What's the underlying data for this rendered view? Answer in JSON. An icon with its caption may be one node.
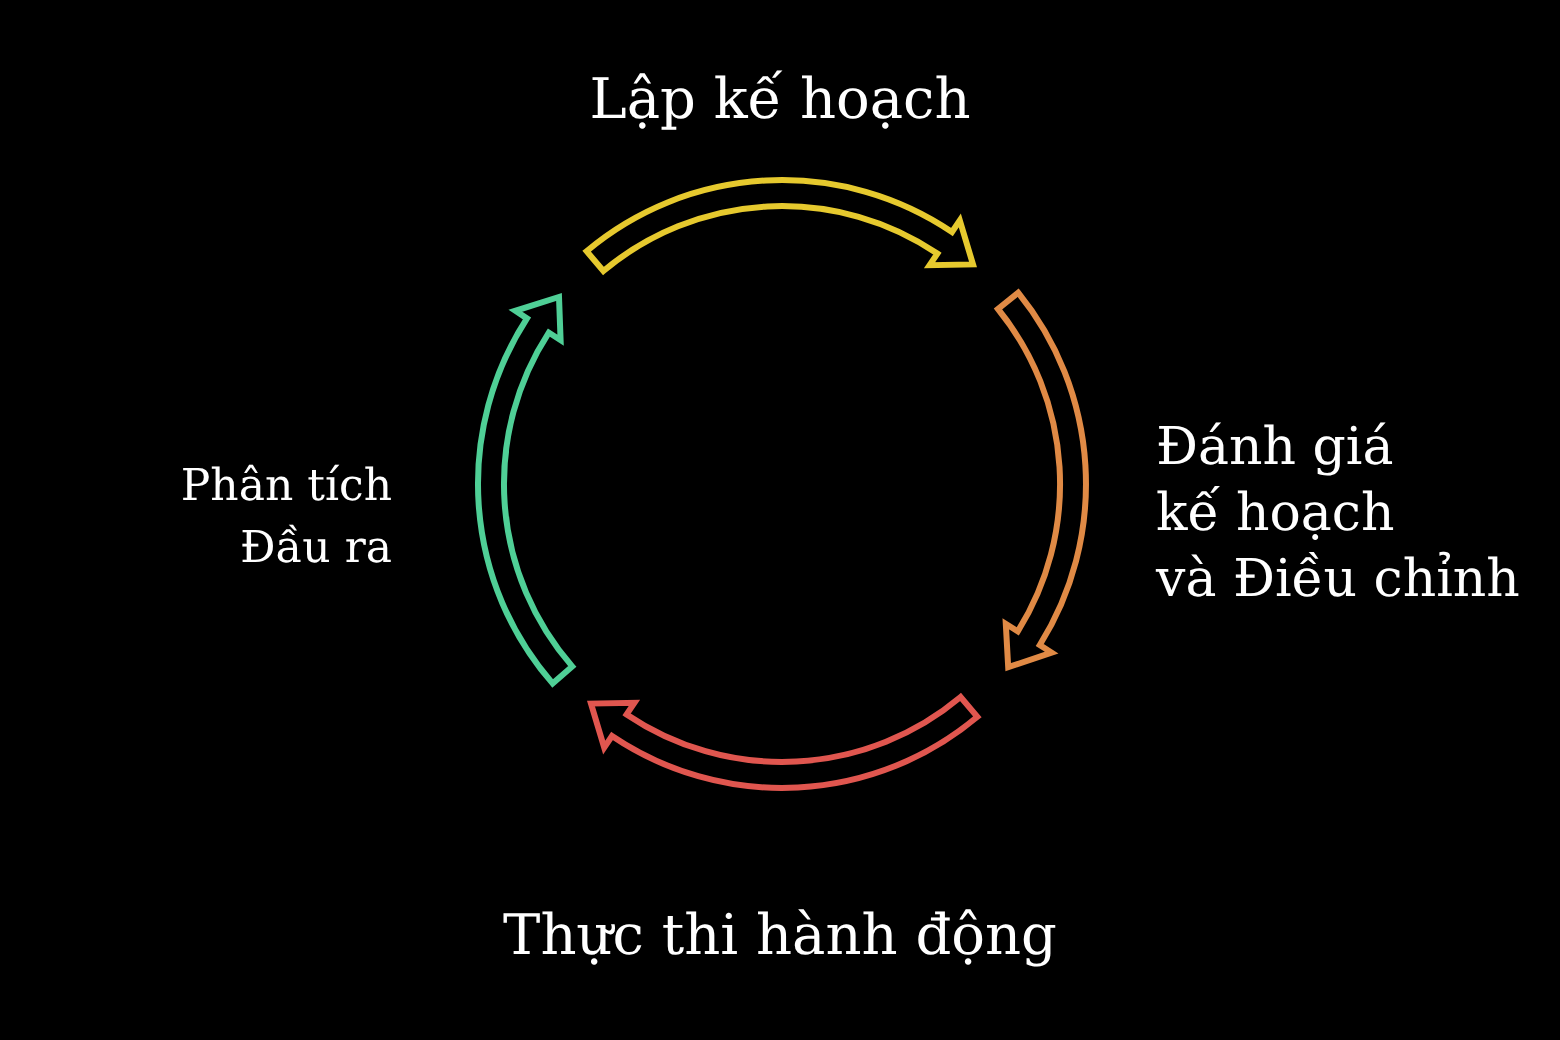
{
  "diagram": {
    "labels": [
      "Lập kế hoạch",
      "Phân tích Đầu ra",
      "Đánh giá kế hoạch và Điều chỉnh",
      "Thực thi hành động"
    ]
  }
}
